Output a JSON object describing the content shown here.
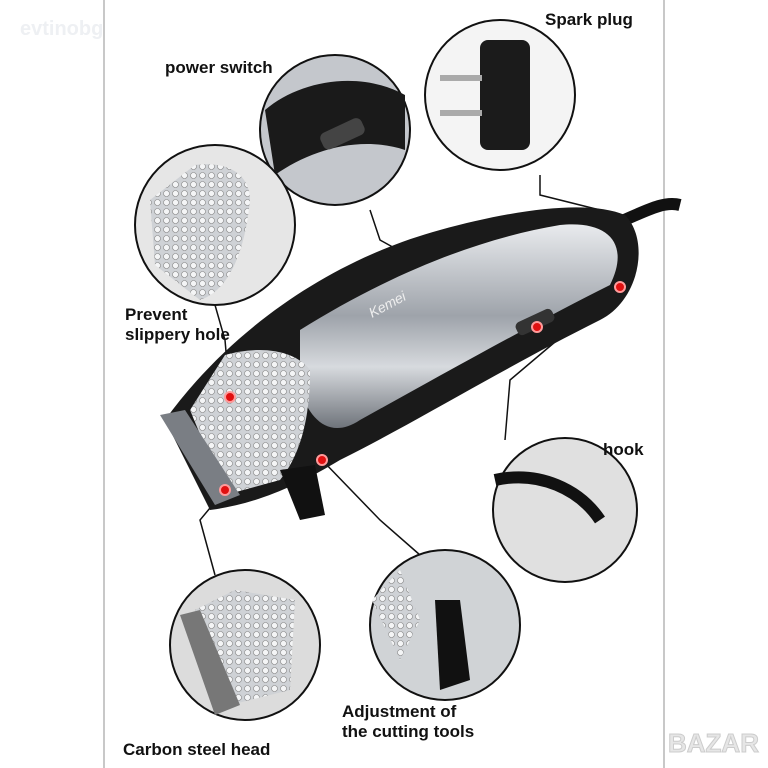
{
  "watermarks": {
    "top_left": "evtinobg",
    "bottom_right": "BAZAR"
  },
  "brand": "Kemei",
  "labels": {
    "spark_plug": "Spark plug",
    "power_switch": "power switch",
    "slippery_line1": "Prevent",
    "slippery_line2": "slippery hole",
    "hook": "hook",
    "adjust_line1": "Adjustment of",
    "adjust_line2": "the cutting tools",
    "carbon_head": "Carbon steel head"
  },
  "colors": {
    "accent_dot": "#e01010",
    "body_silver": "#b8bcc2",
    "body_black": "#1a1a1a"
  }
}
